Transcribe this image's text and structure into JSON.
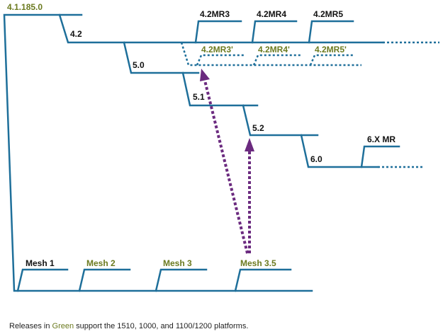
{
  "colors": {
    "line": "#1e6f9a",
    "arrow": "#6b2a7f",
    "green_label": "#6b7a1f",
    "black_label": "#111111"
  },
  "labels": {
    "root": "4.1.185.0",
    "v42": "4.2",
    "mr3": "4.2MR3",
    "mr4": "4.2MR4",
    "mr5": "4.2MR5",
    "mr3p": "4.2MR3'",
    "mr4p": "4.2MR4'",
    "mr5p": "4.2MR5'",
    "v50": "5.0",
    "v51": "5.1",
    "v52": "5.2",
    "v60": "6.0",
    "v6xmr": "6.X MR",
    "mesh1": "Mesh 1",
    "mesh2": "Mesh 2",
    "mesh3": "Mesh 3",
    "mesh35": "Mesh 3.5"
  },
  "green_releases": [
    "4.1.185.0",
    "4.2MR3'",
    "4.2MR4'",
    "4.2MR5'",
    "Mesh 2",
    "Mesh 3",
    "Mesh 3.5"
  ],
  "footnote": {
    "prefix": "Releases in ",
    "highlight": "Green",
    "suffix": " support the 1510, 1000, and 1100/1200 platforms."
  }
}
